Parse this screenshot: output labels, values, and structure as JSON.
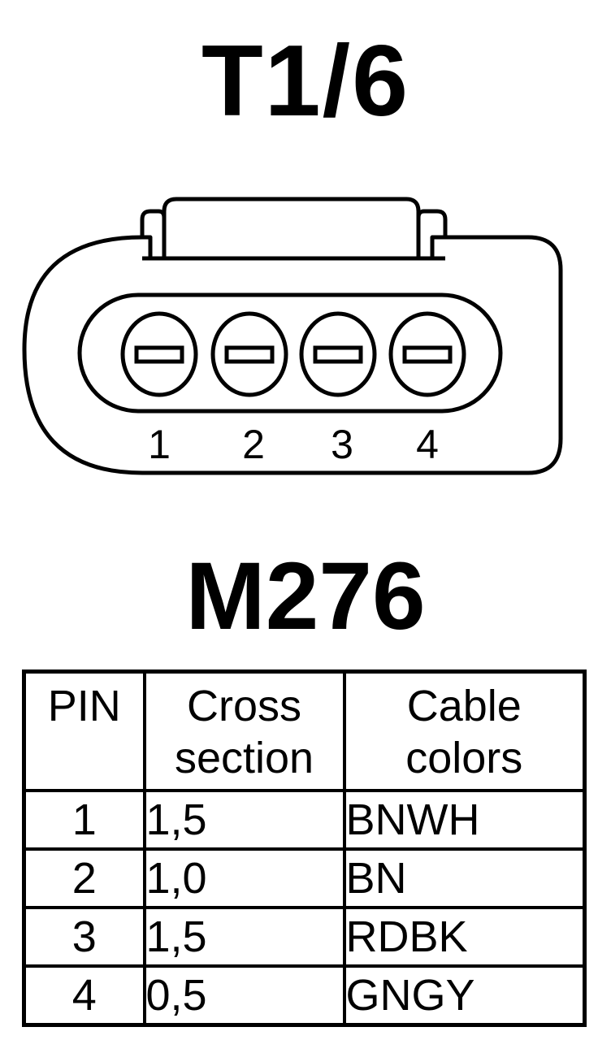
{
  "connector": {
    "title": "T1/6",
    "pins": [
      "1",
      "2",
      "3",
      "4"
    ]
  },
  "component": {
    "title": "M276"
  },
  "table": {
    "headers": {
      "pin": "PIN",
      "cross_line1": "Cross",
      "cross_line2": "section",
      "color_line1": "Cable",
      "color_line2": "colors"
    },
    "rows": [
      {
        "pin": "1",
        "cross": "1,5",
        "color": "BNWH"
      },
      {
        "pin": "2",
        "cross": "1,0",
        "color": "BN"
      },
      {
        "pin": "3",
        "cross": "1,5",
        "color": "RDBK"
      },
      {
        "pin": "4",
        "cross": "0,5",
        "color": "GNGY"
      }
    ]
  }
}
